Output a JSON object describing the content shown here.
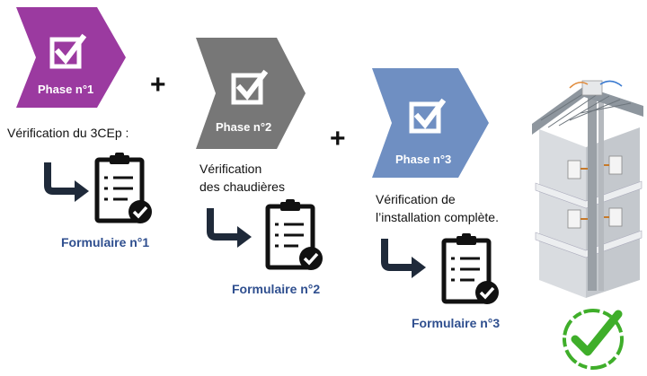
{
  "phases": [
    {
      "label": "Phase n°1",
      "color": "#9b3aa0",
      "description": [
        "Vérification du 3CEp :"
      ],
      "form": "Formulaire n°1"
    },
    {
      "label": "Phase n°2",
      "color": "#777777",
      "description": [
        "Vérification",
        "des chaudières"
      ],
      "form": "Formulaire n°2"
    },
    {
      "label": "Phase n°3",
      "color": "#6f8fc2",
      "description": [
        "Vérification de",
        "l’installation complète."
      ],
      "form": "Formulaire n°3"
    }
  ],
  "operators": [
    "+",
    "+"
  ],
  "icons": {
    "phase_badge": "checkbox-icon",
    "arrow": "curved-arrow-icon",
    "form": "clipboard-check-icon",
    "building": "building-illustration",
    "validation": "green-check-icon"
  },
  "colors": {
    "form_text": "#2f4f8f",
    "check_green": "#3fae2a"
  }
}
